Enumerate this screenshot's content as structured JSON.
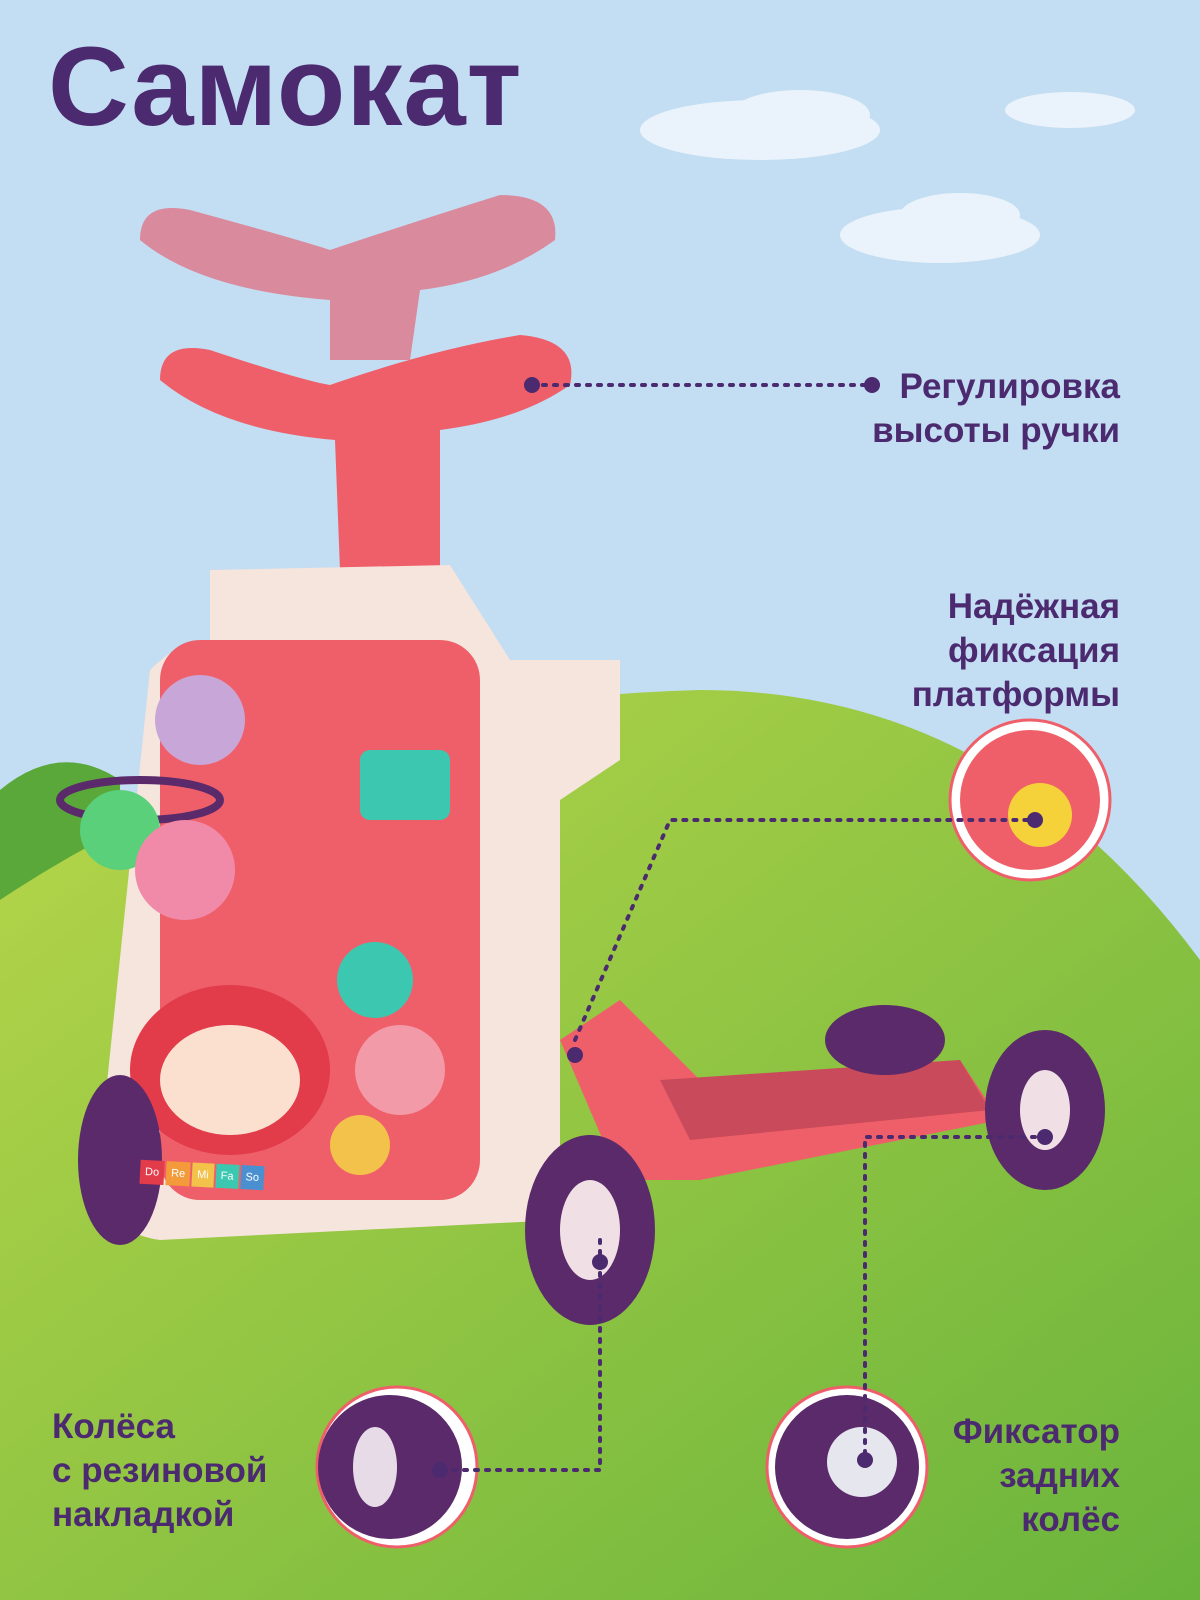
{
  "title": "Самокат",
  "callouts": {
    "handle": {
      "line1": "Регулировка",
      "line2": "высоты ручки"
    },
    "platform": {
      "line1": "Надёжная",
      "line2": "фиксация",
      "line3": "платформы"
    },
    "wheels": {
      "line1": "Колёса",
      "line2": "с резиновой",
      "line3": "накладкой"
    },
    "rear_lock": {
      "line1": "Фиксатор",
      "line2": "задних",
      "line3": "колёс"
    }
  },
  "piano_keys": [
    "Do",
    "Re",
    "Mi",
    "Fa",
    "So"
  ],
  "colors": {
    "accent": "#4b2a6f",
    "sky": "#c3ddf2",
    "grass": "#8cc540",
    "toy_pink": "#ef5f6a",
    "wheel_purple": "#5a2a6a"
  }
}
